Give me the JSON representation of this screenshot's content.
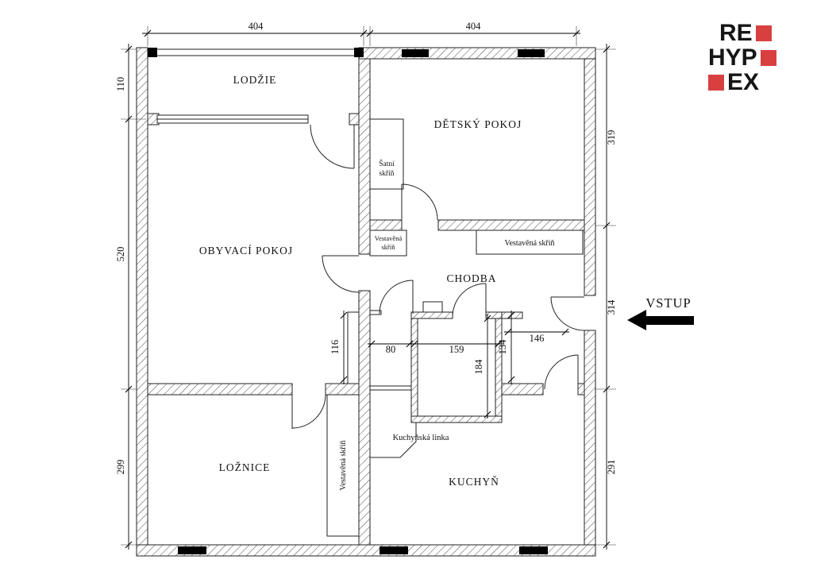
{
  "logo": {
    "line1": "RE",
    "line2": "HYP",
    "line3": "EX",
    "accent_color": "#d84040",
    "text_color": "#161616"
  },
  "entrance": {
    "label": "VSTUP"
  },
  "rooms": {
    "lodzie": "LODŽIE",
    "detsky_pokoj": "DĚTSKÝ POKOJ",
    "obyvaci_pokoj": "OBYVACÍ POKOJ",
    "chodba": "CHODBA",
    "loznice": "LOŽNICE",
    "kuchyn": "KUCHYŇ"
  },
  "fixtures": {
    "satni_skrin": {
      "line1": "Šatní",
      "line2": "skříň"
    },
    "vestavena_skrin_chodba_small": {
      "line1": "Vestavěná",
      "line2": "skříň"
    },
    "vestavena_skrin_chodba_wide": "Vestavěná skříň",
    "vestavena_skrin_loznice": "Vestavěná skříň",
    "kuchynska_linka": "Kuchyňská linka"
  },
  "dimensions": {
    "width_left": "404",
    "width_right": "404",
    "lodzie_height": "110",
    "obyvaci_height": "520",
    "loznice_height": "299",
    "detsky_height": "319",
    "chodba_height": "314",
    "kuchyn_height": "291",
    "niche": "116",
    "wc_width": "80",
    "bath_width": "159",
    "bath_depth": "184",
    "shaft": "134",
    "entry_width": "146"
  }
}
